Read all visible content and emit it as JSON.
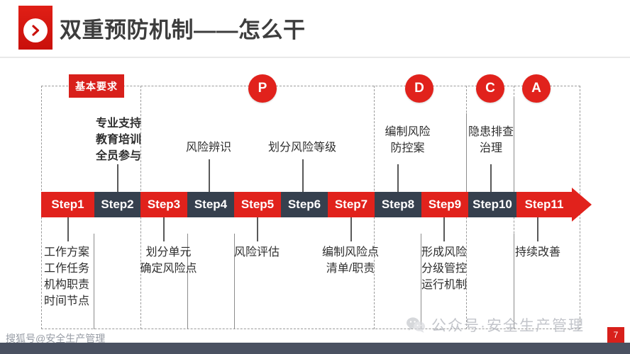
{
  "header": {
    "title": "双重预防机制——怎么干",
    "logo_icon": "chevron-right-icon"
  },
  "diagram": {
    "basic_requirement_tag": "基本要求",
    "pdca": [
      {
        "key": "P",
        "label": "P"
      },
      {
        "key": "D",
        "label": "D"
      },
      {
        "key": "C",
        "label": "C"
      },
      {
        "key": "A",
        "label": "A"
      }
    ],
    "steps": [
      {
        "label": "Step1",
        "color": "red"
      },
      {
        "label": "Step2",
        "color": "navy"
      },
      {
        "label": "Step3",
        "color": "red"
      },
      {
        "label": "Step4",
        "color": "navy"
      },
      {
        "label": "Step5",
        "color": "red"
      },
      {
        "label": "Step6",
        "color": "navy"
      },
      {
        "label": "Step7",
        "color": "red"
      },
      {
        "label": "Step8",
        "color": "navy"
      },
      {
        "label": "Step9",
        "color": "red"
      },
      {
        "label": "Step10",
        "color": "navy"
      },
      {
        "label": "Step11",
        "color": "red"
      }
    ],
    "top_labels": [
      {
        "lines": [
          "专业支持",
          "教育培训",
          "全员参与"
        ]
      },
      {
        "lines": [
          "风险辨识"
        ]
      },
      {
        "lines": [
          "划分风险等级"
        ]
      },
      {
        "lines": [
          "编制风险",
          "防控案"
        ]
      },
      {
        "lines": [
          "隐患排查",
          "治理"
        ]
      }
    ],
    "bottom_labels": [
      {
        "lines": [
          "工作方案",
          "工作任务",
          "机构职责",
          "时间节点"
        ]
      },
      {
        "lines": [
          "划分单元",
          "确定风险点"
        ]
      },
      {
        "lines": [
          "风险评估"
        ]
      },
      {
        "lines": [
          "编制风险点",
          "清单/职责"
        ]
      },
      {
        "lines": [
          "形成风险",
          "分级管控",
          "运行机制"
        ]
      },
      {
        "lines": [
          "持续改善"
        ]
      }
    ],
    "colors": {
      "red": "#e1221c",
      "navy": "#36404e",
      "tag_red": "#d8201b",
      "dash_gray": "#9a9a9a"
    }
  },
  "watermarks": {
    "left": "搜狐号@安全生产管理",
    "right": "公众号·安全生产管理",
    "right_icon": "wechat-icon"
  },
  "page_number": "7"
}
